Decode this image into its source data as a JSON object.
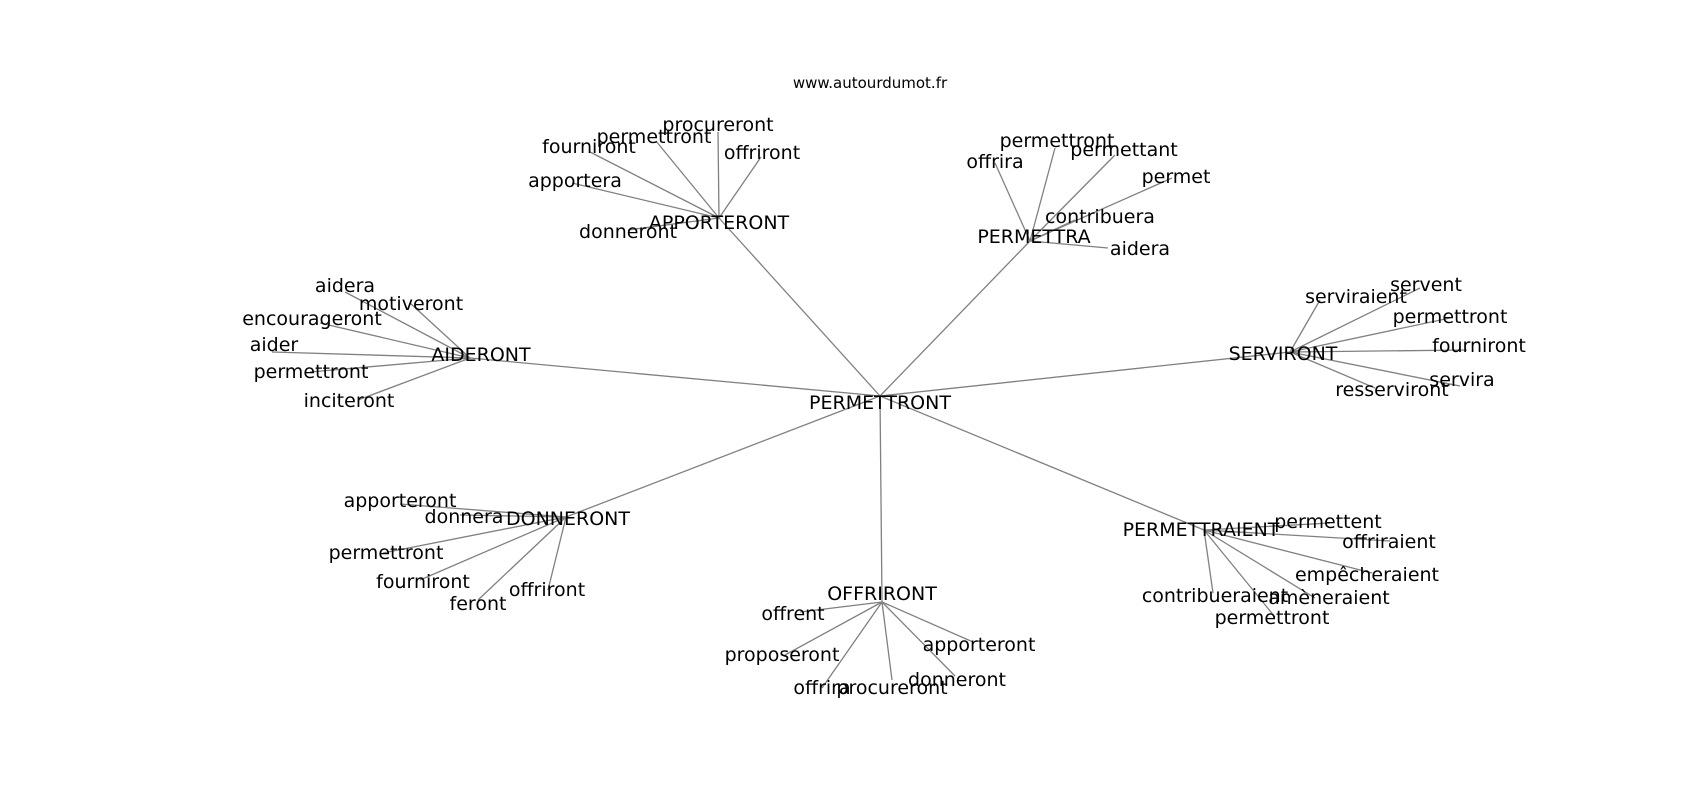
{
  "source": "www.autourdumot.fr",
  "graph": {
    "root": "PERMETTRONT",
    "hubs": [
      {
        "label": "APPORTERONT",
        "leaves": [
          "procureront",
          "permettront",
          "fourniront",
          "offriront",
          "apportera",
          "donneront"
        ]
      },
      {
        "label": "PERMETTRA",
        "leaves": [
          "permettront",
          "offrira",
          "permettant",
          "permet",
          "contribuera",
          "aidera"
        ]
      },
      {
        "label": "AIDERONT",
        "leaves": [
          "aidera",
          "motiveront",
          "encourageront",
          "aider",
          "permettront",
          "inciteront"
        ]
      },
      {
        "label": "SERVIRONT",
        "leaves": [
          "serviraient",
          "servent",
          "permettront",
          "fourniront",
          "servira",
          "resserviront"
        ]
      },
      {
        "label": "DONNERONT",
        "leaves": [
          "apporteront",
          "donnera",
          "permettront",
          "fourniront",
          "feront",
          "offriront"
        ]
      },
      {
        "label": "OFFRIRONT",
        "leaves": [
          "offrent",
          "proposeront",
          "offrira",
          "procureront",
          "donneront",
          "apporteront"
        ]
      },
      {
        "label": "PERMETTRAIENT",
        "leaves": [
          "permettent",
          "offriraient",
          "empêcheraient",
          "contribueraient",
          "amèneraient",
          "permettront"
        ]
      }
    ]
  }
}
